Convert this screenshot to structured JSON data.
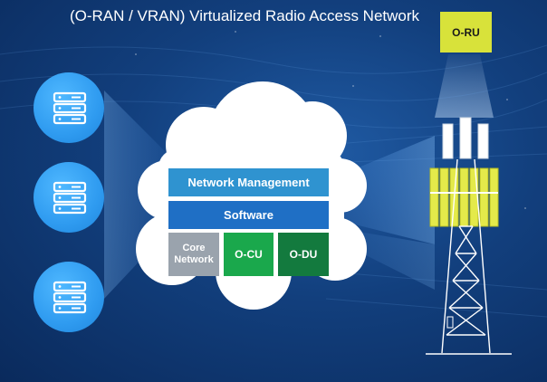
{
  "title": "(O-RAN / VRAN) Virtualized Radio Access Network",
  "servers": [
    {
      "icon": "server-rack-icon"
    },
    {
      "icon": "server-rack-icon"
    },
    {
      "icon": "server-rack-icon"
    }
  ],
  "cloud": {
    "network_management": "Network Management",
    "software": "Software",
    "core_network_line1": "Core",
    "core_network_line2": "Network",
    "o_cu": "O-CU",
    "o_du": "O-DU"
  },
  "tower": {
    "o_ru": "O-RU"
  },
  "colors": {
    "background": "#123f7d",
    "server_circle": "#2f9bf0",
    "network_management": "#2f93d0",
    "software": "#1f6fc5",
    "core_network": "#9aa3ad",
    "o_cu": "#1aa84c",
    "o_du": "#137a3e",
    "o_ru": "#d8e23a"
  }
}
